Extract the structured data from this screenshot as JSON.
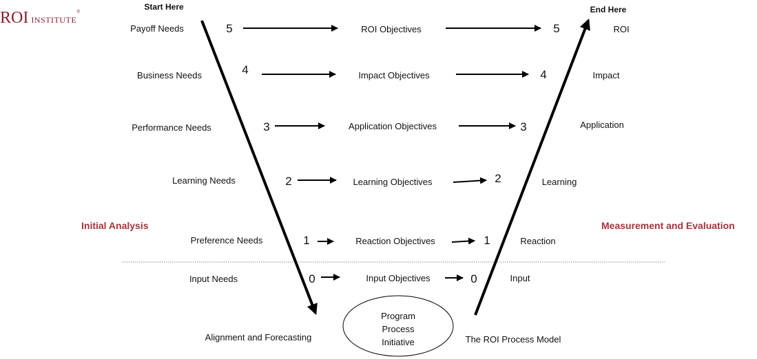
{
  "logo": {
    "main": "ROI",
    "sub": "INSTITUTE",
    "mark": "®"
  },
  "labels": {
    "start_here": "Start Here",
    "end_here": "End Here",
    "initial_analysis": "Initial Analysis",
    "measurement_evaluation": "Measurement and Evaluation",
    "alignment_forecasting": "Alignment and Forecasting",
    "model_title": "The ROI Process Model"
  },
  "center_oval": [
    "Program",
    "Process",
    "Initiative"
  ],
  "levels": [
    {
      "level": "5",
      "need": "Payoff Needs",
      "objective": "ROI Objectives",
      "evaluation": "ROI"
    },
    {
      "level": "4",
      "need": "Business Needs",
      "objective": "Impact Objectives",
      "evaluation": "Impact"
    },
    {
      "level": "3",
      "need": "Performance Needs",
      "objective": "Application Objectives",
      "evaluation": "Application"
    },
    {
      "level": "2",
      "need": "Learning Needs",
      "objective": "Learning Objectives",
      "evaluation": "Learning"
    },
    {
      "level": "1",
      "need": "Preference Needs",
      "objective": "Reaction Objectives",
      "evaluation": "Reaction"
    },
    {
      "level": "0",
      "need": "Input Needs",
      "objective": "Input Objectives",
      "evaluation": "Input"
    }
  ],
  "colors": {
    "accent": "#a4343a",
    "logo": "#8b1d2c",
    "divider": "#888888"
  }
}
